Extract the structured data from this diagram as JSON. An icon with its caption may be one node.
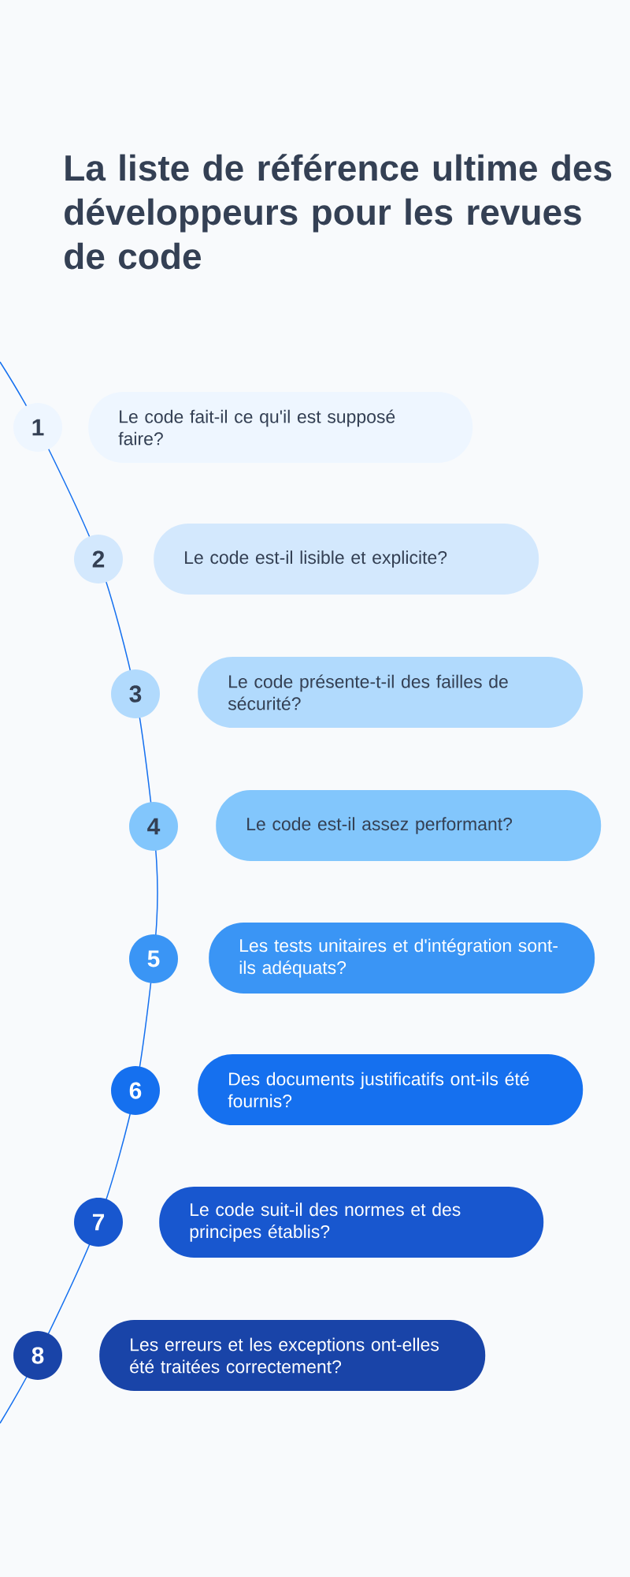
{
  "diagram": {
    "title": "La liste de référence ultime des développeurs pour les revues de code",
    "nodes": [
      {
        "text": [
          "1"
        ]
      },
      {
        "text": [
          "Le code fait-il ce qu'il est supposé faire?"
        ]
      },
      {
        "text": [
          "2"
        ]
      },
      {
        "text": [
          "Le code est-il lisible et explicite?"
        ]
      },
      {
        "text": [
          "3"
        ]
      },
      {
        "text": [
          "Le code présente-t-il des failles de sécurité?"
        ]
      },
      {
        "text": [
          "4"
        ]
      },
      {
        "text": [
          "Le code est-il assez performant?"
        ]
      },
      {
        "text": [
          "5"
        ]
      },
      {
        "text": [
          "Les tests unitaires et d'intégration sont-ils adéquats?"
        ]
      },
      {
        "text": [
          "6"
        ]
      },
      {
        "text": [
          "Des documents justificatifs ont-ils été fournis?"
        ]
      },
      {
        "text": [
          "7"
        ]
      },
      {
        "text": [
          "Le code suit-il des normes et des principes établis?"
        ]
      },
      {
        "text": [
          "8"
        ]
      },
      {
        "text": [
          "Les erreurs et les exceptions ont-elles été traitées correctement?"
        ]
      }
    ]
  }
}
